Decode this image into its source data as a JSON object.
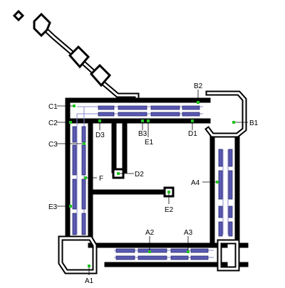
{
  "labels": {
    "A1": "A1",
    "A2": "A2",
    "A3": "A3",
    "A4": "A4",
    "B1": "B1",
    "B2": "B2",
    "B3": "B3",
    "C1": "C1",
    "C2": "C2",
    "C3": "C3",
    "D1": "D1",
    "D2": "D2",
    "D3": "D3",
    "E1": "E1",
    "E2": "E2",
    "E3": "E3",
    "F": "F"
  },
  "colors": {
    "rack_fill": "#5a5ab4",
    "marker": "#22c322",
    "wall": "#000000"
  }
}
